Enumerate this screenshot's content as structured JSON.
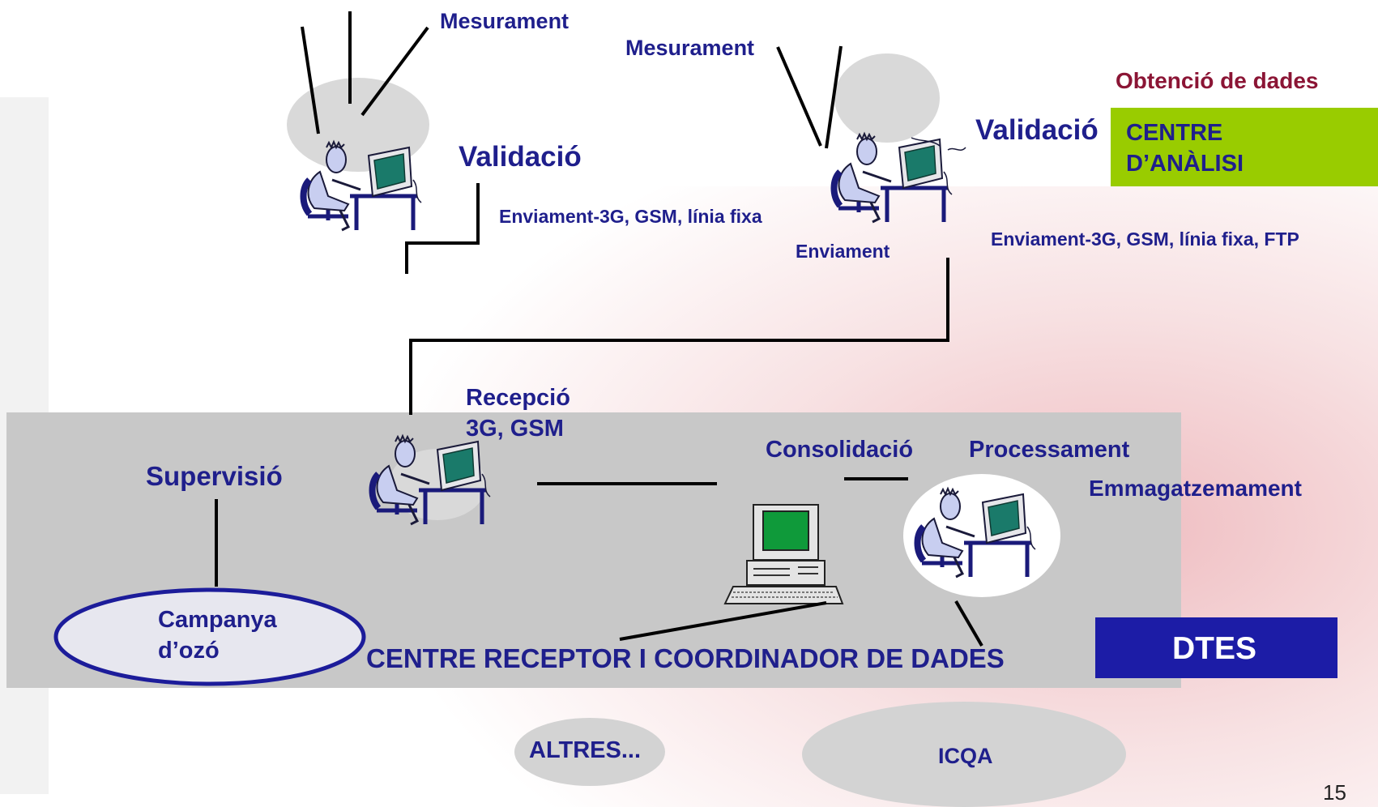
{
  "top_left": {
    "mesurament": "Mesurament",
    "validacio": "Validació",
    "enviament": "Enviament-3G, GSM, línia fixa"
  },
  "top_right": {
    "mesurament": "Mesurament",
    "validacio": "Validació",
    "enviament": "Enviament",
    "enviament_detail": "Enviament-3G, GSM, línia fixa, FTP",
    "obtencio": "Obtenció de dades",
    "centre_line1": "CENTRE",
    "centre_line2": "D’ANÀLISI"
  },
  "receptor": {
    "recepcio_line1": "Recepció",
    "recepcio_line2": "3G, GSM",
    "supervisio": "Supervisió",
    "consolidacio": "Consolidació",
    "processament": "Processament",
    "emmagatzemament": "Emmagatzemament",
    "campanya_line1": "Campanya",
    "campanya_line2": "d’ozó",
    "title": "CENTRE RECEPTOR I COORDINADOR DE DADES",
    "dtes": "DTES"
  },
  "bottom": {
    "altres": "ALTRES...",
    "icqa": "ICQA"
  },
  "page_number": "15",
  "colors": {
    "text_blue": "#1f1f8c",
    "maroon": "#8b1535",
    "green_box": "#99cc00",
    "dtes_box": "#1c1ca6",
    "receptor_panel": "#c8c8c8",
    "bubble": "#d9d9d9",
    "screen_green": "#1a7a6a"
  }
}
